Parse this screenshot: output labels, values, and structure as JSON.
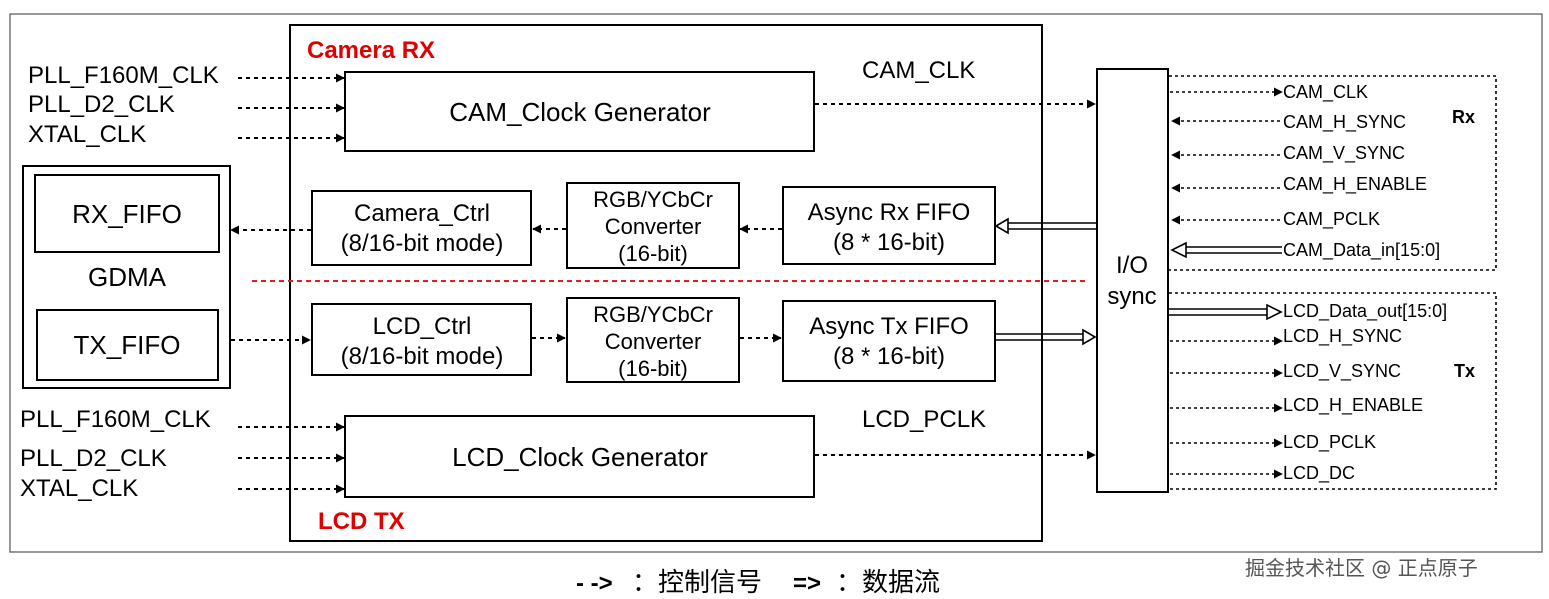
{
  "camera_rx_title": "Camera RX",
  "lcd_tx_title": "LCD TX",
  "rx_inputs": [
    "PLL_F160M_CLK",
    "PLL_D2_CLK",
    "XTAL_CLK"
  ],
  "tx_inputs": [
    "PLL_F160M_CLK",
    "PLL_D2_CLK",
    "XTAL_CLK"
  ],
  "gdma": {
    "label": "GDMA",
    "rx_fifo": "RX_FIFO",
    "tx_fifo": "TX_FIFO"
  },
  "cam_clock_generator": "CAM_Clock Generator",
  "lcd_clock_generator": "LCD_Clock Generator",
  "cam_clk_label": "CAM_CLK",
  "lcd_pclk_label": "LCD_PCLK",
  "camera_ctrl": [
    "Camera_Ctrl",
    "(8/16-bit mode)"
  ],
  "lcd_ctrl": [
    "LCD_Ctrl",
    "(8/16-bit mode)"
  ],
  "rx_converter": [
    "RGB/YCbCr",
    "Converter",
    "(16-bit)"
  ],
  "tx_converter": [
    "RGB/YCbCr",
    "Converter",
    "(16-bit)"
  ],
  "async_rx_fifo": [
    "Async Rx FIFO",
    "(8 * 16-bit)"
  ],
  "async_tx_fifo": [
    "Async Tx FIFO",
    "(8 * 16-bit)"
  ],
  "io_sync": [
    "I/O",
    "sync"
  ],
  "rx_group_label": "Rx",
  "tx_group_label": "Tx",
  "rx_signals": [
    "CAM_CLK",
    "CAM_H_SYNC",
    "CAM_V_SYNC",
    "CAM_H_ENABLE",
    "CAM_PCLK",
    "CAM_Data_in[15:0]"
  ],
  "tx_signals": [
    "LCD_Data_out[15:0]",
    "LCD_H_SYNC",
    "LCD_V_SYNC",
    "LCD_H_ENABLE",
    "LCD_PCLK",
    "LCD_DC"
  ],
  "legend": {
    "control_symbol": "- ->",
    "control_text": "：控制信号",
    "data_symbol": "=>",
    "data_text": "：数据流"
  },
  "watermark": "掘金技术社区 @ 正点原子"
}
